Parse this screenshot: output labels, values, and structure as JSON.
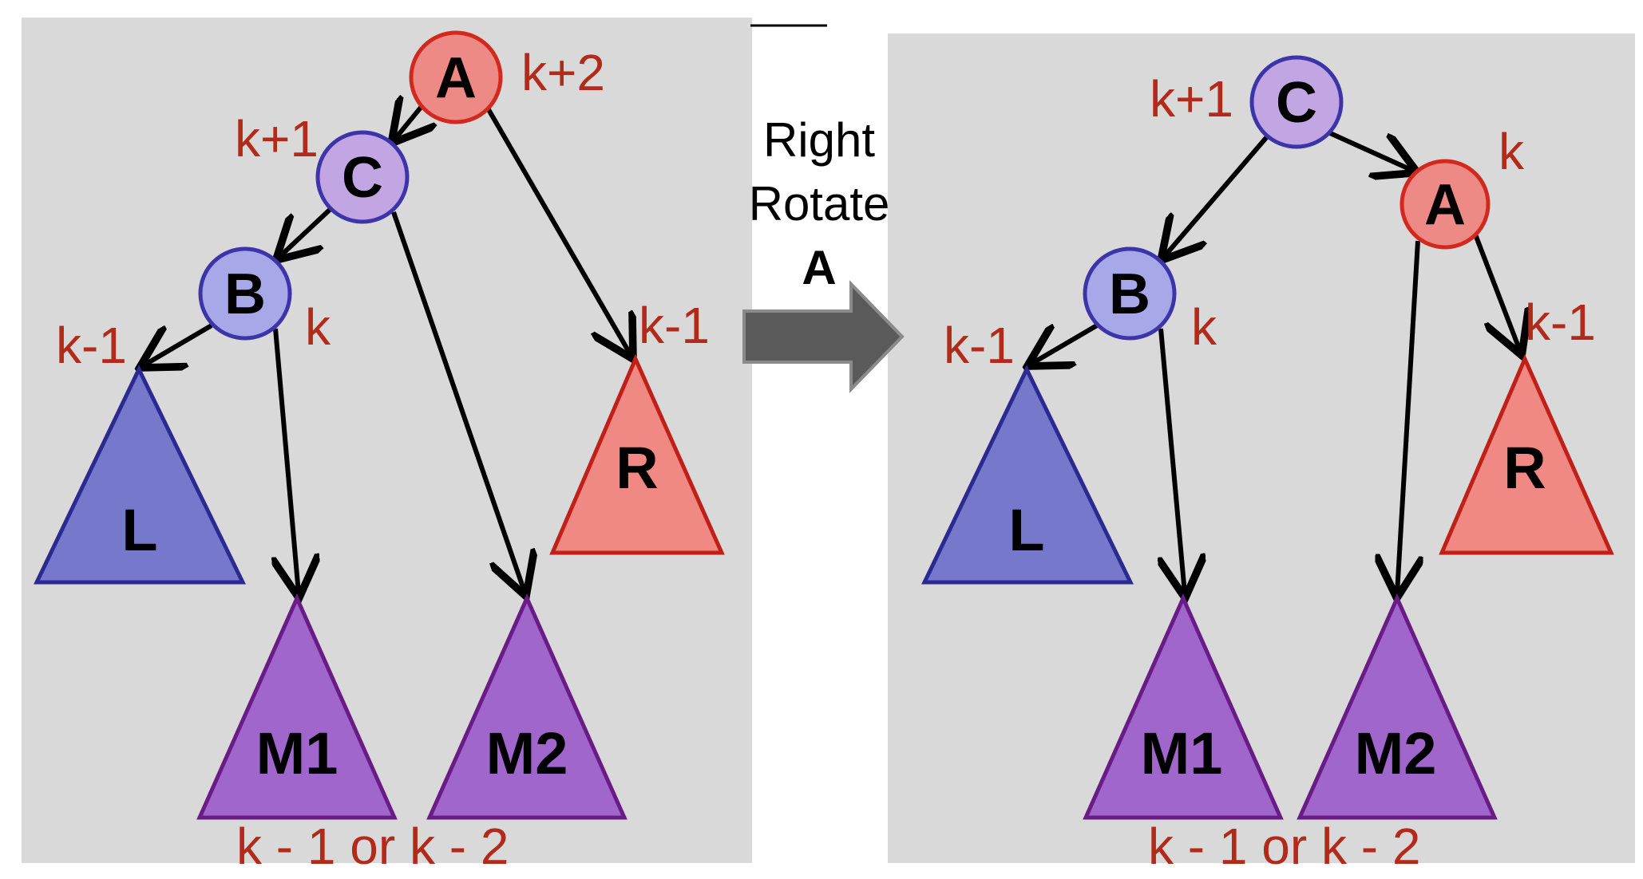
{
  "operation": {
    "line1": "Right",
    "line2": "Rotate",
    "line3": "A"
  },
  "colors": {
    "panel": "#d9d9d9",
    "height_text": "#b22a1a",
    "node_A_fill": "#ee8a85",
    "node_A_stroke": "#d2281e",
    "node_C_fill": "#c2a6e4",
    "node_C_stroke": "#3c34a8",
    "node_B_fill": "#a7a8e8",
    "node_B_stroke": "#3c34a8",
    "tri_L_fill": "#7678cc",
    "tri_L_stroke": "#2c2a90",
    "tri_M_fill": "#a066cc",
    "tri_M_stroke": "#6a1c86",
    "tri_R_fill": "#f08883",
    "tri_R_stroke": "#c02018",
    "arrow_fill": "#5a5a5a",
    "arrow_stroke": "#8a8a8a"
  },
  "before": {
    "nodes": {
      "A": "A",
      "C": "C",
      "B": "B"
    },
    "subtrees": {
      "L": "L",
      "M1": "M1",
      "M2": "M2",
      "R": "R"
    },
    "heights": {
      "A": "k+2",
      "C": "k+1",
      "B": "k",
      "L": "k-1",
      "R": "k-1",
      "M": "k - 1 or k - 2"
    }
  },
  "after": {
    "nodes": {
      "C": "C",
      "A": "A",
      "B": "B"
    },
    "subtrees": {
      "L": "L",
      "M1": "M1",
      "M2": "M2",
      "R": "R"
    },
    "heights": {
      "C": "k+1",
      "A": "k",
      "B": "k",
      "L": "k-1",
      "R": "k-1",
      "M": "k - 1 or k - 2"
    }
  }
}
